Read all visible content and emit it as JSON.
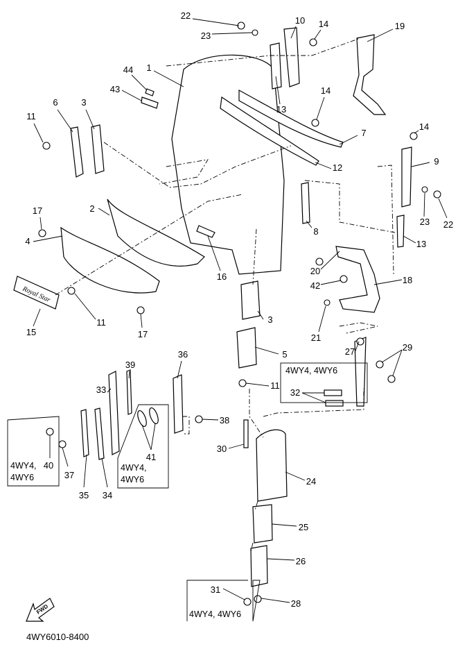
{
  "diagram_code": "4WY6010-8400",
  "fwd_label": "FWD",
  "logo_text": "Royal Star",
  "variant_note_inline": "4WY4, 4WY6",
  "variant_note_line1": "4WY4,",
  "variant_note_line2": "4WY6",
  "callouts": [
    "22",
    "23",
    "10",
    "14",
    "19",
    "44",
    "1",
    "43",
    "13",
    "14",
    "6",
    "3",
    "11",
    "7",
    "12",
    "14",
    "9",
    "17",
    "2",
    "23",
    "22",
    "8",
    "4",
    "13",
    "16",
    "20",
    "42",
    "18",
    "15",
    "11",
    "17",
    "3",
    "21",
    "27",
    "29",
    "5",
    "39",
    "36",
    "33",
    "11",
    "32",
    "38",
    "30",
    "41",
    "40",
    "37",
    "35",
    "34",
    "24",
    "25",
    "26",
    "31",
    "28"
  ]
}
